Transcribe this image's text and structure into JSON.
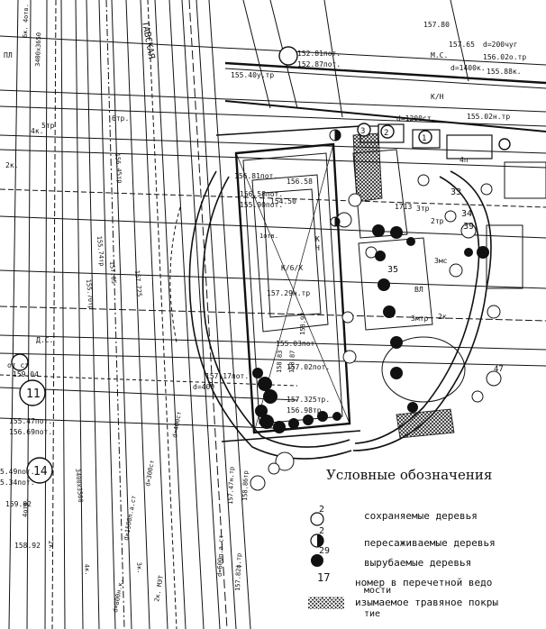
{
  "plan_labels": {
    "street_name": "ТАВСКАЯ",
    "labels_top": [
      "152.81пот.",
      "152.87пот.",
      "155.40у.тр",
      "d=1200ст.",
      "155.02н.тр",
      "d=200чуг",
      "156.02о.тр",
      "d=1400к.",
      "155.88к.",
      "157.80",
      "157.65",
      "М.С."
    ],
    "labels_center": [
      "157.29н.тр",
      "155.03пот.",
      "157.02пот.",
      "155.90пот.",
      "156.58пот.",
      "156.81пот.",
      "154.50",
      "156.58",
      "157.325тр.",
      "156.98тр.",
      "157.17пот.",
      "d=400",
      "158.97",
      "158.87",
      "158.83"
    ],
    "labels_left": [
      "155.47пот.",
      "156.69пот.",
      "5.49пот.",
      "5.34пот.",
      "159.02",
      "158.92",
      "159.04",
      "155.74тр",
      "155.70тр",
      "157.05",
      "157.725",
      "156.45тр",
      "6к. 4отв.",
      "3400х3650",
      "2к.",
      "6тр.",
      "4к.",
      "5тр",
      "ПЛ",
      "Д.С.",
      "от ст"
    ],
    "labels_bottom": [
      "3400х3560",
      "d=400ст",
      "d=300ст",
      "d=600п.а.ст",
      "d=1500п.а.ст",
      "157.47н.тр",
      "158.86тр",
      "157.82ф.тр",
      "2к. МЭТ",
      "d=800н.к.",
      "2к.",
      "3к.",
      "4к.",
      "4отв."
    ],
    "labels_right": [
      "1713",
      "3тр",
      "2тр",
      "3мтр",
      "2к",
      "ВЛ",
      "К",
      "Н",
      "3мс",
      "4п",
      "47"
    ],
    "well_numbers": [
      "11",
      "14",
      "33",
      "34",
      "35",
      "39",
      "1",
      "2",
      "3"
    ],
    "marks": [
      "К/Н",
      "К/6/Х",
      "1отв."
    ]
  },
  "legend": {
    "title": "Условные обозначения",
    "items": [
      {
        "superscript": "2",
        "label": "сохраняемые деревья"
      },
      {
        "superscript": "2",
        "label": "пересаживаемые деревья"
      },
      {
        "superscript": "29",
        "label": "вырубаемые деревья"
      },
      {
        "number": "17",
        "label": "номер в перечетной ведо"
      },
      {
        "label": "мости"
      },
      {
        "label": "изымаемое травяное покры"
      },
      {
        "label": "тие"
      }
    ]
  },
  "colors": {
    "ink": "#111111",
    "paper": "#ffffff"
  }
}
